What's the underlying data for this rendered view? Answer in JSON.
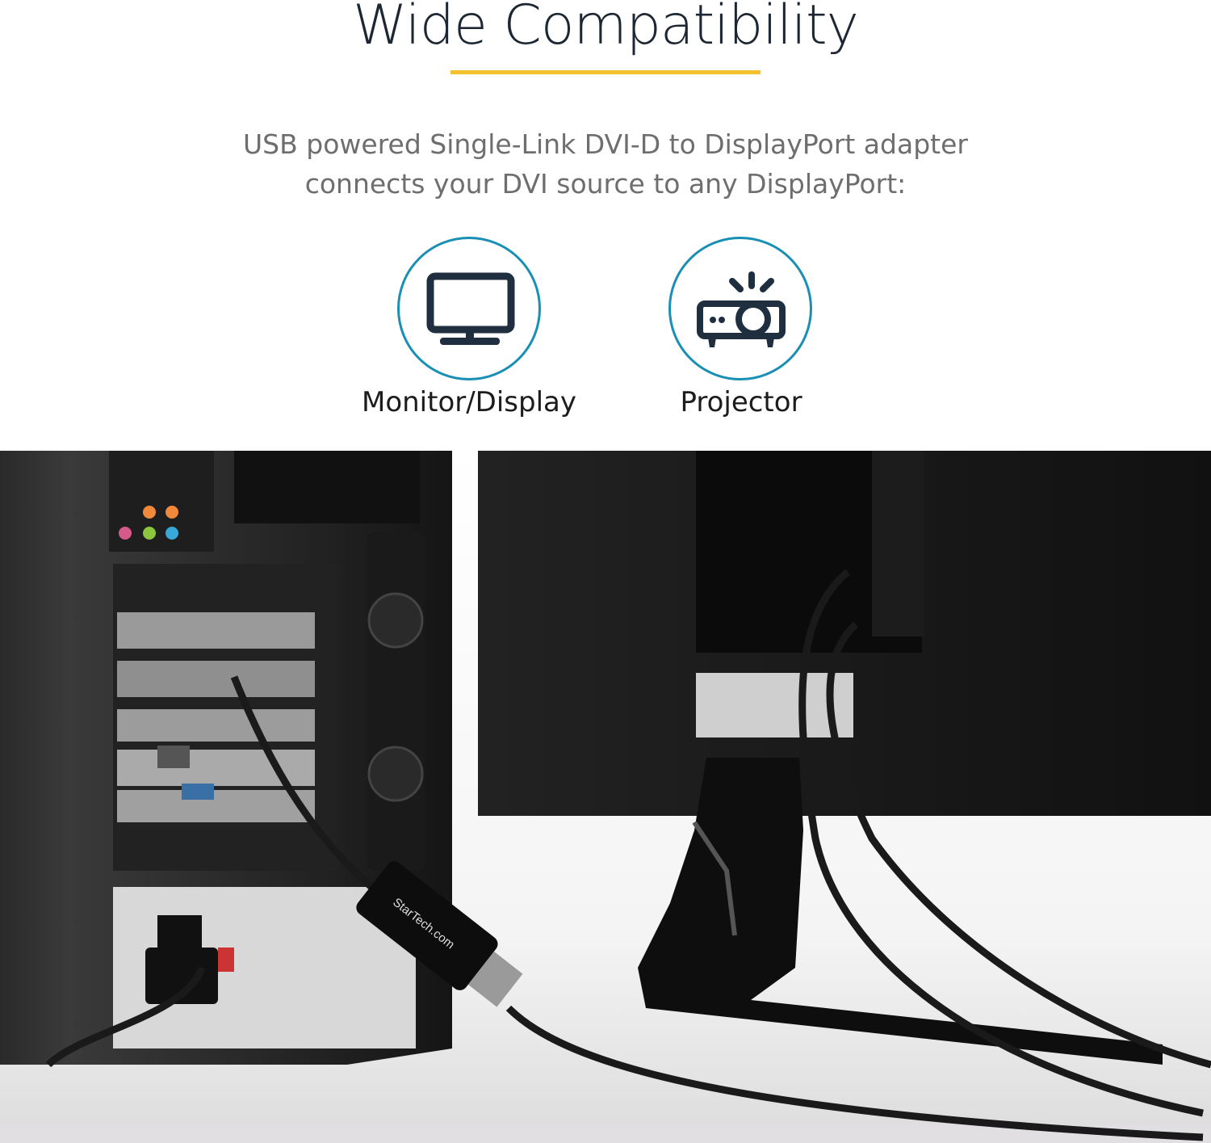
{
  "header": {
    "title": "Wide Compatibility",
    "accent_color": "#f3c12c"
  },
  "description": {
    "line1": "USB powered Single-Link DVI-D to DisplayPort adapter",
    "line2": "connects your DVI source to any DisplayPort:"
  },
  "devices": [
    {
      "label": "Monitor/Display",
      "icon": "monitor-icon"
    },
    {
      "label": "Projector",
      "icon": "projector-icon"
    }
  ],
  "icon_ring_color": "#1a8fb5",
  "photo": {
    "adapter_logo": "StarTech.com"
  }
}
